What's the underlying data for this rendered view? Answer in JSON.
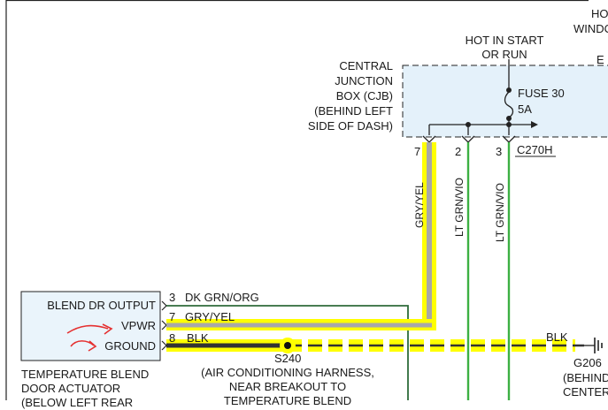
{
  "header": {
    "hot_in_start_or_run": [
      "HOT IN START",
      "OR RUN"
    ],
    "top_right_hot": "HO",
    "top_right_wind": "WINDO",
    "top_right_e": "E"
  },
  "cjb": {
    "label": [
      "CENTRAL",
      "JUNCTION",
      "BOX (CJB)",
      "(BEHIND LEFT",
      "SIDE OF DASH)"
    ],
    "fuse_name": "FUSE 30",
    "fuse_rating": "5A",
    "connector": "C270H",
    "pins": [
      "7",
      "2",
      "3"
    ]
  },
  "wires": {
    "gry_yel_vertical": "GRY/YEL",
    "lt_grn_vio_1": "LT GRN/VIO",
    "lt_grn_vio_2": "LT GRN/VIO"
  },
  "actuator": {
    "pins": [
      {
        "label": "BLEND DR OUTPUT",
        "number": "3",
        "wire": "DK GRN/ORG"
      },
      {
        "label": "VPWR",
        "number": "7",
        "wire": "GRY/YEL"
      },
      {
        "label": "GROUND",
        "number": "8",
        "wire": "BLK"
      }
    ],
    "caption": [
      "TEMPERATURE BLEND",
      "DOOR ACTUATOR",
      "(BELOW LEFT REAR"
    ]
  },
  "splice": {
    "name": "S240",
    "note": [
      "(AIR CONDITIONING HARNESS,",
      "NEAR BREAKOUT TO",
      "TEMPERATURE BLEND"
    ]
  },
  "ground": {
    "wire": "BLK",
    "name": "G206",
    "location": [
      "(BEHIND",
      "CENTER"
    ]
  },
  "colors": {
    "highlight": "#ffff00",
    "wire_gray": "#a8a8a8",
    "wire_green": "#3cb043",
    "wire_dark_green": "#2e6b3a",
    "cjb_fill": "#e4f1fa",
    "box_fill": "#eaf4fb",
    "red_marker": "#e53030"
  }
}
